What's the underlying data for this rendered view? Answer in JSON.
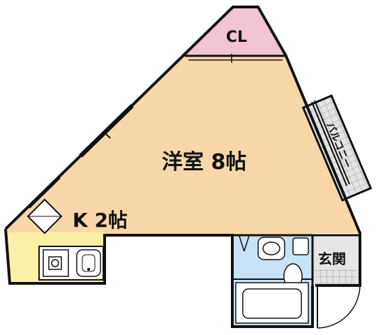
{
  "rooms": {
    "closet": "CL",
    "western_room": "洋室 8帖",
    "kitchen": "K 2帖",
    "entrance": "玄関",
    "balcony": "バルコニー"
  },
  "colors": {
    "western_room_fill": "#F8D8A8",
    "closet_fill": "#F0C4D2",
    "kitchen_fill": "#FBF1A6",
    "bath_fill": "#C8E2F6",
    "entrance_fill": "#E6E6E6",
    "wall": "#111111"
  }
}
